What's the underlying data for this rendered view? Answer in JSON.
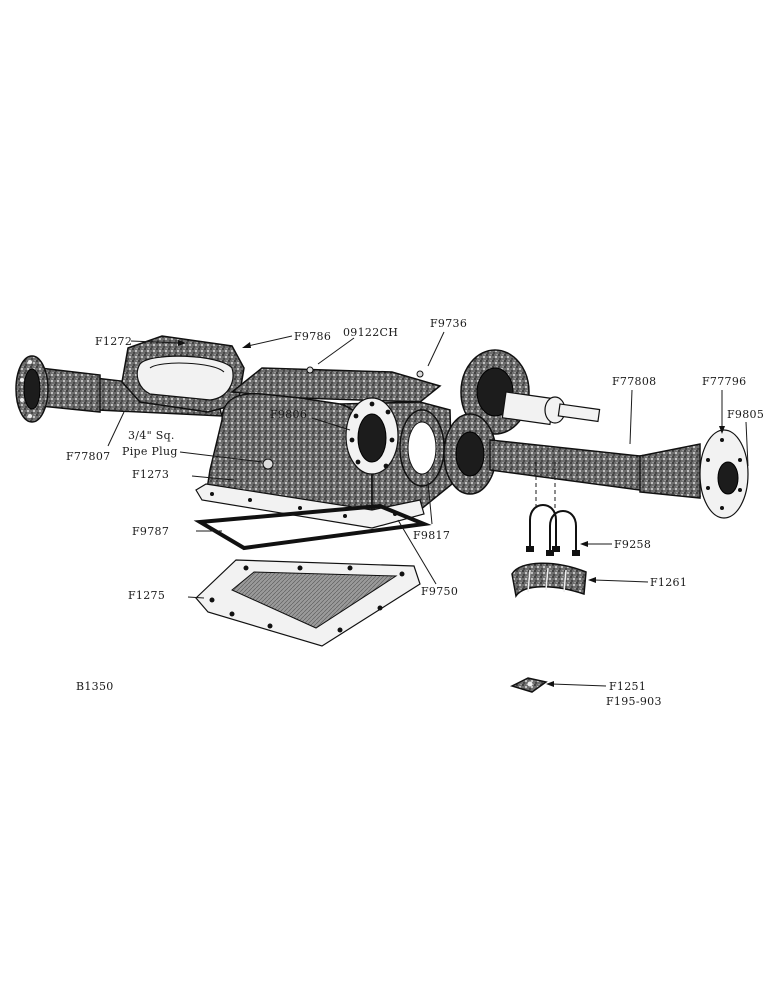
{
  "diagram": {
    "part_labels": {
      "F1272": "F1272",
      "F9786": "F9786",
      "09122CH": "09122CH",
      "F9736": "F9736",
      "F77808": "F77808",
      "F77796": "F77796",
      "F9805": "F9805",
      "F9806": "F9806",
      "pipe_plug_line1": "3/4\" Sq.",
      "pipe_plug_line2": "Pipe Plug",
      "F77807": "F77807",
      "F1273": "F1273",
      "F9787": "F9787",
      "F9817": "F9817",
      "F9258": "F9258",
      "F1261": "F1261",
      "F9750": "F9750",
      "F1275": "F1275",
      "F1251": "F1251",
      "F195_903": "F195-903"
    },
    "figure_code": "B1350"
  }
}
